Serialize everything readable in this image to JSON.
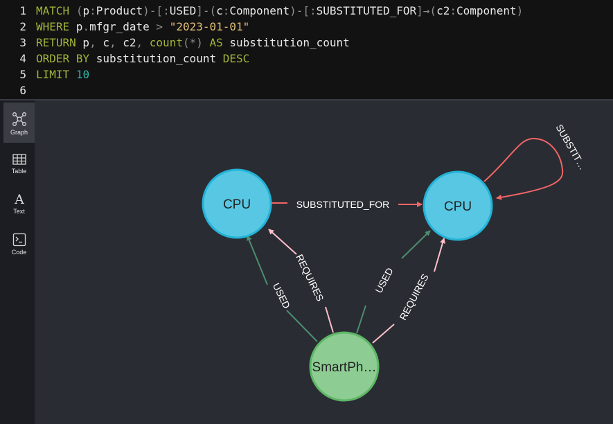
{
  "editor": {
    "lines": [
      {
        "num": "1",
        "tokens": [
          {
            "t": "MATCH",
            "c": "kw"
          },
          {
            "t": " ",
            "c": "pl"
          },
          {
            "t": "(",
            "c": "pu"
          },
          {
            "t": "p",
            "c": "pl"
          },
          {
            "t": ":",
            "c": "pu"
          },
          {
            "t": "Product",
            "c": "pl"
          },
          {
            "t": ")-[:",
            "c": "pu"
          },
          {
            "t": "USED",
            "c": "pl"
          },
          {
            "t": "]-(",
            "c": "pu"
          },
          {
            "t": "c",
            "c": "pl"
          },
          {
            "t": ":",
            "c": "pu"
          },
          {
            "t": "Component",
            "c": "pl"
          },
          {
            "t": ")-[:",
            "c": "pu"
          },
          {
            "t": "SUBSTITUTED_FOR",
            "c": "pl"
          },
          {
            "t": "]→(",
            "c": "pu"
          },
          {
            "t": "c2",
            "c": "pl"
          },
          {
            "t": ":",
            "c": "pu"
          },
          {
            "t": "Component",
            "c": "pl"
          },
          {
            "t": ")",
            "c": "pu"
          }
        ]
      },
      {
        "num": "2",
        "tokens": [
          {
            "t": "WHERE",
            "c": "kw"
          },
          {
            "t": " p",
            "c": "pl"
          },
          {
            "t": ".",
            "c": "pu"
          },
          {
            "t": "mfgr_date",
            "c": "pl"
          },
          {
            "t": " > ",
            "c": "pu"
          },
          {
            "t": "\"2023-01-01\"",
            "c": "st"
          }
        ]
      },
      {
        "num": "3",
        "tokens": [
          {
            "t": "RETURN",
            "c": "kw"
          },
          {
            "t": " p",
            "c": "pl"
          },
          {
            "t": ",",
            "c": "pu"
          },
          {
            "t": " c",
            "c": "pl"
          },
          {
            "t": ",",
            "c": "pu"
          },
          {
            "t": " c2",
            "c": "pl"
          },
          {
            "t": ",",
            "c": "pu"
          },
          {
            "t": " count",
            "c": "fn"
          },
          {
            "t": "(*)",
            "c": "pu"
          },
          {
            "t": " AS",
            "c": "kw"
          },
          {
            "t": " substitution_count",
            "c": "pl"
          }
        ]
      },
      {
        "num": "4",
        "tokens": [
          {
            "t": "ORDER BY",
            "c": "kw"
          },
          {
            "t": " substitution_count",
            "c": "pl"
          },
          {
            "t": " DESC",
            "c": "kw"
          }
        ]
      },
      {
        "num": "5",
        "tokens": [
          {
            "t": "LIMIT",
            "c": "kw"
          },
          {
            "t": " ",
            "c": "pl"
          },
          {
            "t": "10",
            "c": "nm"
          }
        ]
      },
      {
        "num": "6",
        "tokens": []
      }
    ]
  },
  "sidebar": {
    "items": [
      {
        "label": "Graph",
        "icon": "graph-icon",
        "active": true
      },
      {
        "label": "Table",
        "icon": "table-icon",
        "active": false
      },
      {
        "label": "Text",
        "icon": "text-icon",
        "active": false
      },
      {
        "label": "Code",
        "icon": "code-icon",
        "active": false
      }
    ]
  },
  "graph": {
    "nodes": [
      {
        "id": "cpu1",
        "label": "CPU",
        "kind": "Component"
      },
      {
        "id": "cpu2",
        "label": "CPU",
        "kind": "Component"
      },
      {
        "id": "phone",
        "label": "SmartPh…",
        "kind": "Product"
      }
    ],
    "relationships": [
      {
        "from": "cpu1",
        "to": "cpu2",
        "label": "SUBSTITUTED_FOR"
      },
      {
        "from": "cpu2",
        "to": "cpu2",
        "label": "SUBSTIT…"
      },
      {
        "from": "phone",
        "to": "cpu1",
        "label": "USED"
      },
      {
        "from": "phone",
        "to": "cpu1",
        "label": "REQUIRES"
      },
      {
        "from": "phone",
        "to": "cpu2",
        "label": "USED"
      },
      {
        "from": "phone",
        "to": "cpu2",
        "label": "REQUIRES"
      }
    ],
    "colors": {
      "component_fill": "#57c7e3",
      "component_stroke": "#23b3d7",
      "product_fill": "#8dcc93",
      "product_stroke": "#5db665",
      "substituted_for": "#f16667",
      "requires": "#ffc0cb",
      "used": "#4c8e6f"
    }
  }
}
